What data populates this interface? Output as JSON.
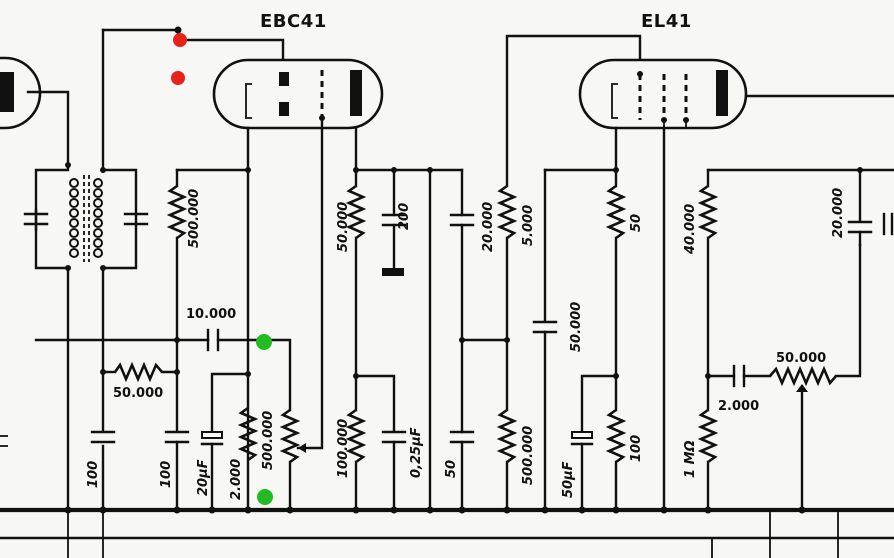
{
  "tubes": [
    {
      "id": "ebc41",
      "label": "EBC41"
    },
    {
      "id": "el41",
      "label": "EL41"
    }
  ],
  "components": {
    "c_if_left": "",
    "r_500k_top": "500.000",
    "c_10k": "10.000",
    "r_50k_left": "50.000",
    "c_100_a": "100",
    "c_100_b": "100",
    "c_20uf": "20µF",
    "r_2000": "2.000",
    "pot_500k": "500.000",
    "r_50k_plate": "50.000",
    "c_200": "200",
    "r_100k": "100.000",
    "c_025uf": "0,25µF",
    "c_50": "50",
    "r_20k": "20.000",
    "r_5k": "5.000",
    "c_50k": "50.000",
    "r_500k_grid": "500.000",
    "c_50uf": "50µF",
    "r_50": "50",
    "r_100": "100",
    "r_40k": "40.000",
    "r_1m": "1 MΩ",
    "c_2000": "2.000",
    "pot_50k": "50.000",
    "c_20k_right": "20.000"
  },
  "markers": {
    "red": "#e8211b",
    "green": "#22bb22"
  }
}
